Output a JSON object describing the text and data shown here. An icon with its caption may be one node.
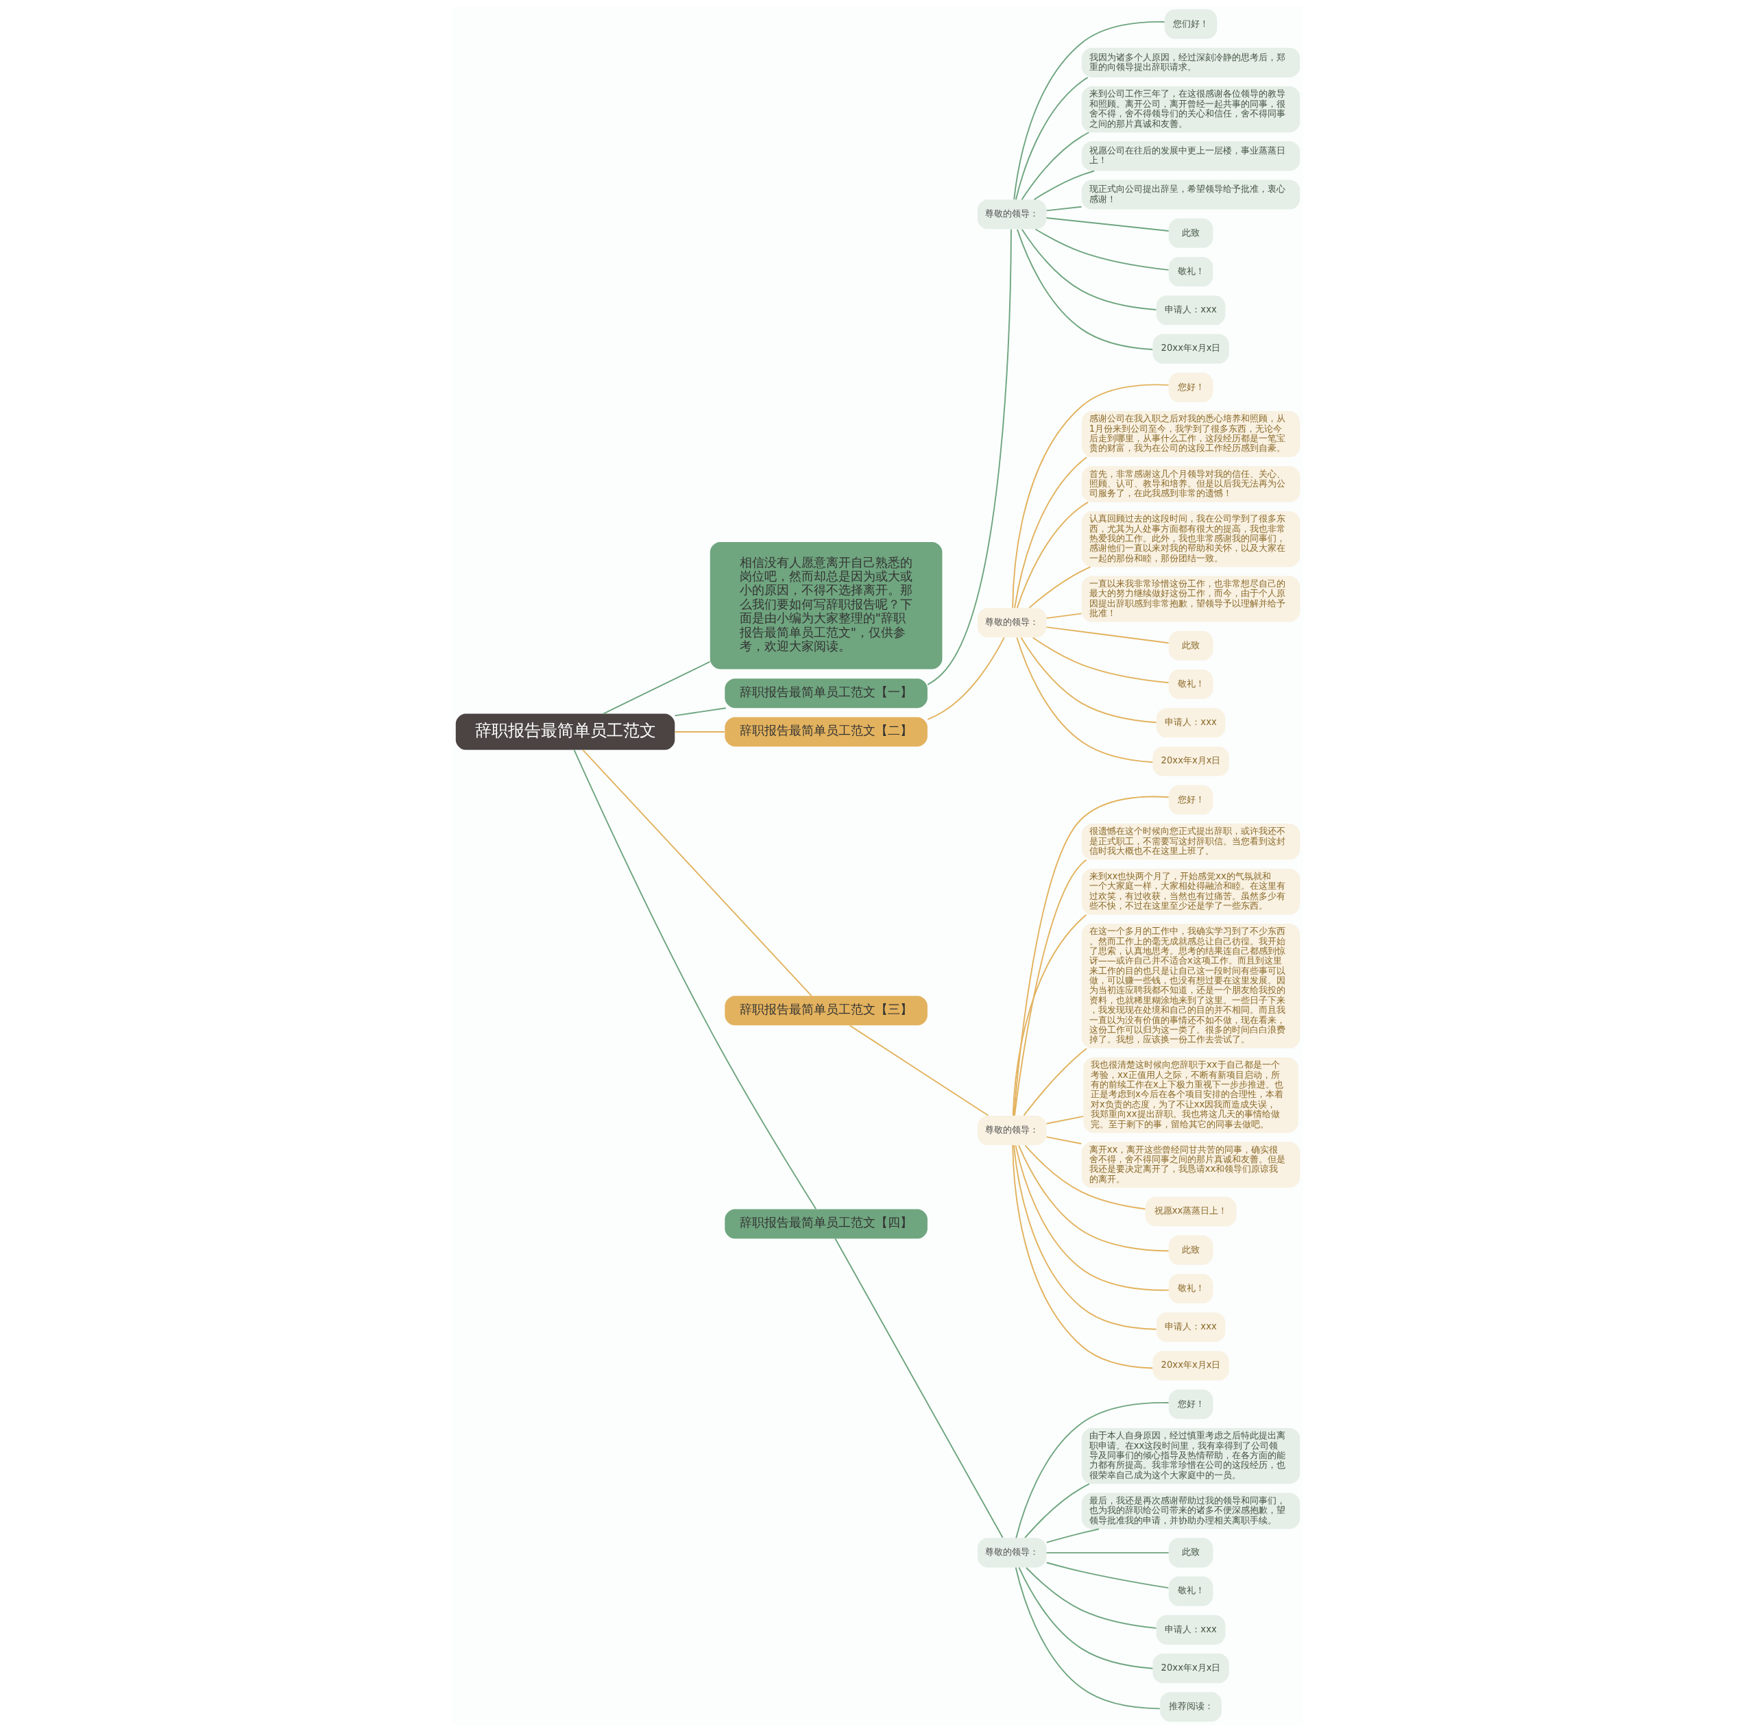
{
  "diagram": {
    "nodes": [
      {
        "text": [
          "辞职报告最简单员工范文"
        ]
      },
      {
        "text": [
          "相信没有人愿意离开自己熟悉的岗位吧，然而却总是因为或大或小的原因，不得不选择离开。那么我们要如何写辞职报告呢？下面是由小编为大家整理的\"辞职报告最简单员工范文\"，仅供参考，欢迎大家阅读。"
        ]
      },
      {
        "text": [
          "辞职报告最简单员工范文【一】"
        ]
      },
      {
        "text": [
          "尊敬的领导："
        ]
      },
      {
        "text": [
          "您们好！"
        ]
      },
      {
        "text": [
          "我因为诸多个人原因，经过深刻冷静的思考后，郑重的向领导提出辞职请求。"
        ]
      },
      {
        "text": [
          "来到公司工作三年了，在这很感谢各位领导的教导和照顾。离开公司，离开曾经一起共事的同事，很舍不得，舍不得领导们的关心和信任，舍不得同事之间的那片真诚和友善。"
        ]
      },
      {
        "text": [
          "祝愿公司在往后的发展中更上一层楼，事业蒸蒸日上！"
        ]
      },
      {
        "text": [
          "现正式向公司提出辞呈，希望领导给予批准，衷心感谢！"
        ]
      },
      {
        "text": [
          "此致"
        ]
      },
      {
        "text": [
          "敬礼！"
        ]
      },
      {
        "text": [
          "申请人：xxx"
        ]
      },
      {
        "text": [
          "20xx年x月x日"
        ]
      },
      {
        "text": [
          "辞职报告最简单员工范文【二】"
        ]
      },
      {
        "text": [
          "尊敬的领导："
        ]
      },
      {
        "text": [
          "您好！"
        ]
      },
      {
        "text": [
          "感谢公司在我入职之后对我的悉心培养和照顾，从1月份来到公司至今，我学到了很多东西，无论今后走到哪里，从事什么工作，这段经历都是一笔宝贵的财富，我为在公司的这段工作经历感到自豪。"
        ]
      },
      {
        "text": [
          "首先，非常感谢这几个月领导对我的信任、关心、照顾、认可、教导和培养。但是以后我无法再为公司服务了，在此我感到非常的遗憾！"
        ]
      },
      {
        "text": [
          "认真回顾过去的这段时间，我在公司学到了很多东西，尤其为人处事方面都有很大的提高，我也非常热爱我的工作。此外，我也非常感谢我的同事们，感谢他们一直以来对我的帮助和关怀，以及大家在一起的那份和睦，那份团结一致。"
        ]
      },
      {
        "text": [
          "一直以来我非常珍惜这份工作，也非常想尽自己的最大的努力继续做好这份工作，而今，由于个人原因提出辞职感到非常抱歉，望领导予以理解并给予批准！"
        ]
      },
      {
        "text": [
          "此致"
        ]
      },
      {
        "text": [
          "敬礼！"
        ]
      },
      {
        "text": [
          "申请人：xxx"
        ]
      },
      {
        "text": [
          "20xx年x月x日"
        ]
      },
      {
        "text": [
          "辞职报告最简单员工范文【三】"
        ]
      },
      {
        "text": [
          "尊敬的领导："
        ]
      },
      {
        "text": [
          "您好！"
        ]
      },
      {
        "text": [
          "很遗憾在这个时候向您正式提出辞职，或许我还不是正式职工，不需要写这封辞职信。当您看到这封信时我大概也不在这里上班了。"
        ]
      },
      {
        "text": [
          "来到xx也快两个月了，开始感觉xx的气氛就和一个大家庭一样，大家相处得融洽和睦。在这里有过欢笑，有过收获，当然也有过痛苦。虽然多少有些不快，不过在这里至少还是学了一些东西。"
        ]
      },
      {
        "text": [
          "在这一个多月的工作中，我确实学习到了不少东西。然而工作上的毫无成就感总让自己彷徨。我开始了思索，认真地思考。思考的结果连自己都感到惊讶——或许自己并不适合x这项工作。而且到这里来工作的目的也只是让自己这一段时间有些事可以做，可以赚一些钱，也没有想过要在这里发展。因为当初连应聘我都不知道，还是一个朋友给我投的资料，也就稀里糊涂地来到了这里。一些日子下来，我发现现在处境和自己的目的并不相同。而且我一直以为没有价值的事情还不如不做，现在看来，这份工作可以归为这一类了。很多的时间白白浪费掉了。我想，应该换一份工作去尝试了。"
        ]
      },
      {
        "text": [
          "我也很清楚这时候向您辞职于xx于自己都是一个考验，xx正值用人之际，不断有新项目启动，所有的前续工作在x上下极力重视下一步步推进。也正是考虑到x今后在各个项目安排的合理性，本着对x负责的态度，为了不让xx因我而造成失误，我郑重向xx提出辞职。我也将这几天的事情给做完。至于剩下的事，留给其它的同事去做吧。"
        ]
      },
      {
        "text": [
          "离开xx，离开这些曾经同甘共苦的同事，确实很舍不得，舍不得同事之间的那片真诚和友善。但是我还是要决定离开了，我恳请xx和领导们原谅我的离开。"
        ]
      },
      {
        "text": [
          "祝愿xx蒸蒸日上！"
        ]
      },
      {
        "text": [
          "此致"
        ]
      },
      {
        "text": [
          "敬礼！"
        ]
      },
      {
        "text": [
          "申请人：xxx"
        ]
      },
      {
        "text": [
          "20xx年x月x日"
        ]
      },
      {
        "text": [
          "辞职报告最简单员工范文【四】"
        ]
      },
      {
        "text": [
          "尊敬的领导："
        ]
      },
      {
        "text": [
          "您好！"
        ]
      },
      {
        "text": [
          "由于本人自身原因，经过慎重考虑之后特此提出离职申请。在xx这段时间里，我有幸得到了公司领导及同事们的倾心指导及热情帮助，在各方面的能力都有所提高。我非常珍惜在公司的这段经历，也很荣幸自己成为这个大家庭中的一员。"
        ]
      },
      {
        "text": [
          "最后，我还是再次感谢帮助过我的领导和同事们，也为我的辞职给公司带来的诸多不便深感抱歉，望领导批准我的申请，并协助办理相关离职手续。"
        ]
      },
      {
        "text": [
          "此致"
        ]
      },
      {
        "text": [
          "敬礼！"
        ]
      },
      {
        "text": [
          "申请人：xxx"
        ]
      },
      {
        "text": [
          "20xx年x月x日"
        ]
      },
      {
        "text": [
          "推荐阅读："
        ]
      }
    ],
    "edges": [
      {
        "from": 0,
        "to": 1,
        "arrow": "none",
        "color": "#6fa57f"
      },
      {
        "from": 0,
        "to": 2,
        "arrow": "none",
        "color": "#6fa57f"
      },
      {
        "from": 2,
        "to": 3,
        "arrow": "none",
        "color": "#6fa57f"
      },
      {
        "from": 3,
        "to": 4,
        "arrow": "none",
        "color": "#6fa57f"
      },
      {
        "from": 3,
        "to": 5,
        "arrow": "none",
        "color": "#6fa57f"
      },
      {
        "from": 3,
        "to": 6,
        "arrow": "none",
        "color": "#6fa57f"
      },
      {
        "from": 3,
        "to": 7,
        "arrow": "none",
        "color": "#6fa57f"
      },
      {
        "from": 3,
        "to": 8,
        "arrow": "none",
        "color": "#6fa57f"
      },
      {
        "from": 3,
        "to": 9,
        "arrow": "none",
        "color": "#6fa57f"
      },
      {
        "from": 3,
        "to": 10,
        "arrow": "none",
        "color": "#6fa57f"
      },
      {
        "from": 3,
        "to": 11,
        "arrow": "none",
        "color": "#6fa57f"
      },
      {
        "from": 3,
        "to": 12,
        "arrow": "none",
        "color": "#6fa57f"
      },
      {
        "from": 0,
        "to": 13,
        "arrow": "none"
      },
      {
        "from": 13,
        "to": 14,
        "arrow": "none"
      },
      {
        "from": 14,
        "to": 15,
        "arrow": "none"
      },
      {
        "from": 14,
        "to": 16,
        "arrow": "none"
      },
      {
        "from": 14,
        "to": 17,
        "arrow": "none"
      },
      {
        "from": 14,
        "to": 18,
        "arrow": "none"
      },
      {
        "from": 14,
        "to": 19,
        "arrow": "none"
      },
      {
        "from": 14,
        "to": 20,
        "arrow": "none"
      },
      {
        "from": 14,
        "to": 21,
        "arrow": "none"
      },
      {
        "from": 14,
        "to": 22,
        "arrow": "none"
      },
      {
        "from": 14,
        "to": 23,
        "arrow": "none"
      },
      {
        "from": 0,
        "to": 24,
        "arrow": "none"
      },
      {
        "from": 24,
        "to": 25,
        "arrow": "none"
      },
      {
        "from": 25,
        "to": 26,
        "arrow": "none"
      },
      {
        "from": 25,
        "to": 27,
        "arrow": "none"
      },
      {
        "from": 25,
        "to": 28,
        "arrow": "none"
      },
      {
        "from": 25,
        "to": 29,
        "arrow": "none"
      },
      {
        "from": 25,
        "to": 30,
        "arrow": "none"
      },
      {
        "from": 25,
        "to": 31,
        "arrow": "none"
      },
      {
        "from": 25,
        "to": 32,
        "arrow": "none"
      },
      {
        "from": 25,
        "to": 33,
        "arrow": "none"
      },
      {
        "from": 25,
        "to": 34,
        "arrow": "none"
      },
      {
        "from": 25,
        "to": 35,
        "arrow": "none"
      },
      {
        "from": 25,
        "to": 36,
        "arrow": "none"
      },
      {
        "from": 0,
        "to": 37,
        "arrow": "none",
        "color": "#6fa57f"
      },
      {
        "from": 37,
        "to": 38,
        "arrow": "none",
        "color": "#6fa57f"
      },
      {
        "from": 38,
        "to": 39,
        "arrow": "none",
        "color": "#6fa57f"
      },
      {
        "from": 38,
        "to": 40,
        "arrow": "none",
        "color": "#6fa57f"
      },
      {
        "from": 38,
        "to": 41,
        "arrow": "none",
        "color": "#6fa57f"
      },
      {
        "from": 38,
        "to": 42,
        "arrow": "none",
        "color": "#6fa57f"
      },
      {
        "from": 38,
        "to": 43,
        "arrow": "none",
        "color": "#6fa57f"
      },
      {
        "from": 38,
        "to": 44,
        "arrow": "none",
        "color": "#6fa57f"
      },
      {
        "from": 38,
        "to": 45,
        "arrow": "none",
        "color": "#6fa57f"
      },
      {
        "from": 38,
        "to": 46,
        "arrow": "none",
        "color": "#6fa57f"
      }
    ]
  }
}
